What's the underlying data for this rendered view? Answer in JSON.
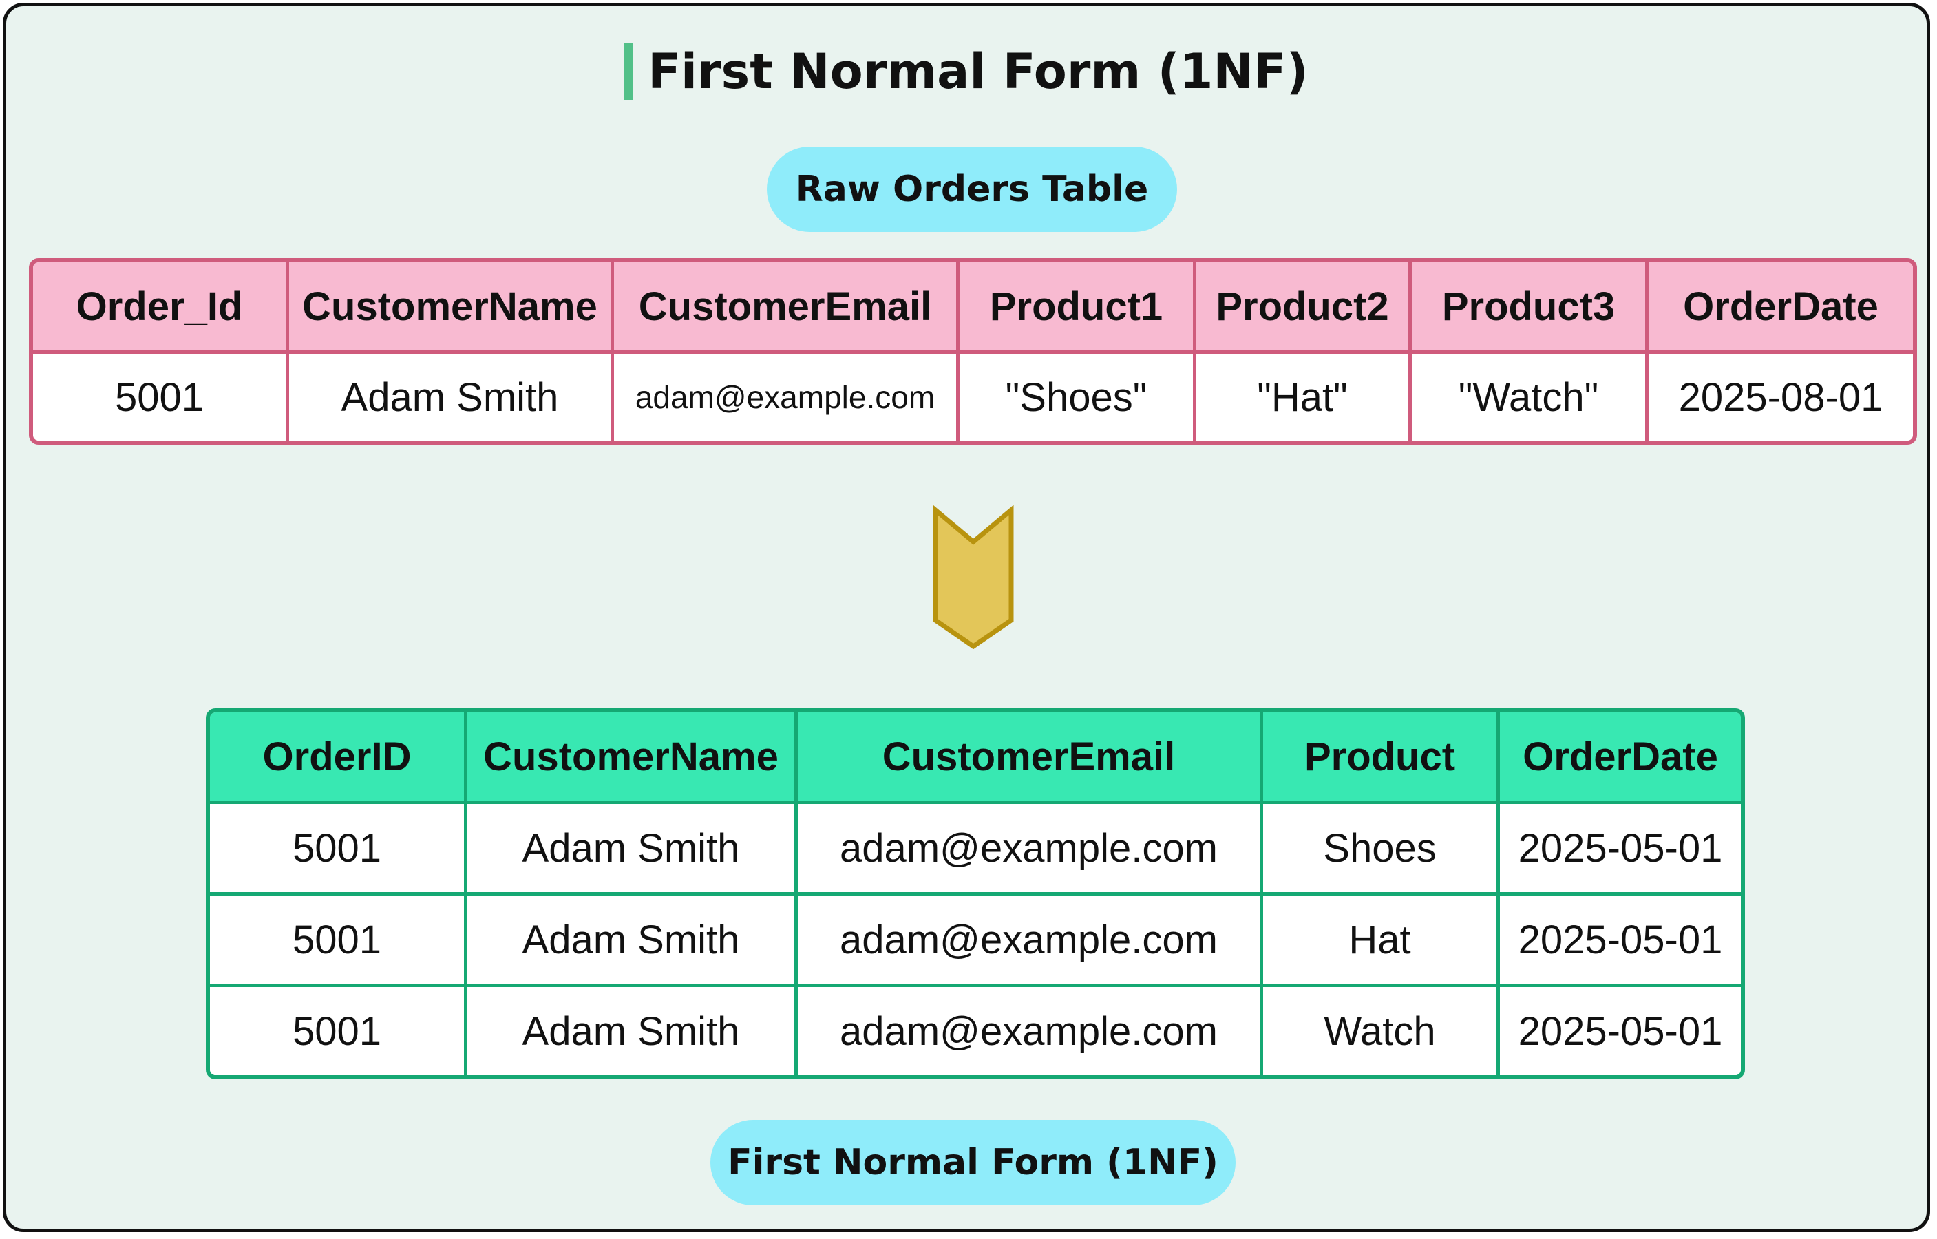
{
  "title": "First Normal Form (1NF)",
  "colors": {
    "title_accent": "#52c088",
    "pill": "#8fecfa",
    "raw_header": "#f8bad1",
    "raw_border": "#cf5b7c",
    "nf_header": "#38e8b2",
    "nf_border": "#15a873",
    "arrow_fill": "#e3c659",
    "arrow_stroke": "#b8930f",
    "background": "#e9f3ef"
  },
  "raw_table": {
    "label": "Raw Orders Table",
    "headers": [
      "Order_Id",
      "CustomerName",
      "CustomerEmail",
      "Product1",
      "Product2",
      "Product3",
      "OrderDate"
    ],
    "rows": [
      [
        "5001",
        "Adam Smith",
        "adam@example.com",
        "\"Shoes\"",
        "\"Hat\"",
        "\"Watch\"",
        "2025-08-01"
      ]
    ]
  },
  "arrow_icon": "down-arrow-icon",
  "nf_table": {
    "label": "First Normal Form (1NF)",
    "headers": [
      "OrderID",
      "CustomerName",
      "CustomerEmail",
      "Product",
      "OrderDate"
    ],
    "rows": [
      [
        "5001",
        "Adam Smith",
        "adam@example.com",
        "Shoes",
        "2025-05-01"
      ],
      [
        "5001",
        "Adam Smith",
        "adam@example.com",
        "Hat",
        "2025-05-01"
      ],
      [
        "5001",
        "Adam Smith",
        "adam@example.com",
        "Watch",
        "2025-05-01"
      ]
    ]
  }
}
